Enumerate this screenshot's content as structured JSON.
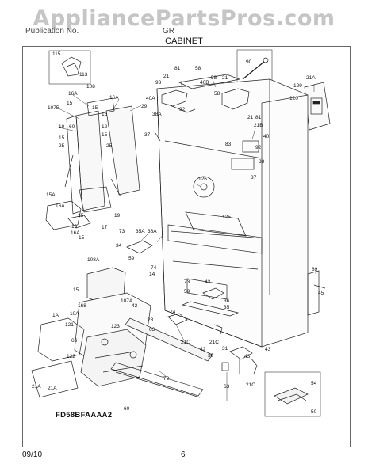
{
  "watermark": "AppliancePartsPros.com",
  "header": {
    "left": "Publication No.",
    "mid": "GR",
    "title": "CABINET"
  },
  "footer": {
    "date": "09/10",
    "page": "6"
  },
  "model_code": "FD58BFAAAA2",
  "callouts": {
    "n90": "90",
    "n21A": "21A",
    "n120": "120",
    "n129": "129",
    "n108": "108",
    "n107B": "107B",
    "n16A": "16A",
    "n15": "15",
    "n29": "29",
    "n10": "10",
    "n60": "60",
    "n12": "12",
    "n25": "25",
    "n15A": "15A",
    "n16": "16",
    "n19": "19",
    "n17": "17",
    "n93": "93",
    "n40A": "40A",
    "n40B": "40B",
    "n38A": "38A",
    "n92": "92",
    "n37": "37",
    "n21": "21",
    "n81": "81",
    "n58": "58",
    "n40": "40",
    "n83": "83",
    "n38": "38",
    "n126": "126",
    "n125": "125",
    "n73": "73",
    "n35A": "35A",
    "n36A": "36A",
    "n59": "59",
    "n34": "34",
    "n74": "74",
    "n14": "14",
    "n108A": "108A",
    "n107A": "107A",
    "n42": "42",
    "n10A": "10A",
    "n1A": "1A",
    "n121": "121",
    "n66": "66",
    "n123": "123",
    "n122": "122",
    "n72": "72",
    "n28": "28",
    "n63": "63",
    "n21C": "21C",
    "n30": "30",
    "n31": "31",
    "n36": "36",
    "n35": "35",
    "n89": "89",
    "n45": "45",
    "n43": "43",
    "n54": "54",
    "n50": "50",
    "n168": "168",
    "n113": "113",
    "n115": "115",
    "n21B": "21B"
  }
}
